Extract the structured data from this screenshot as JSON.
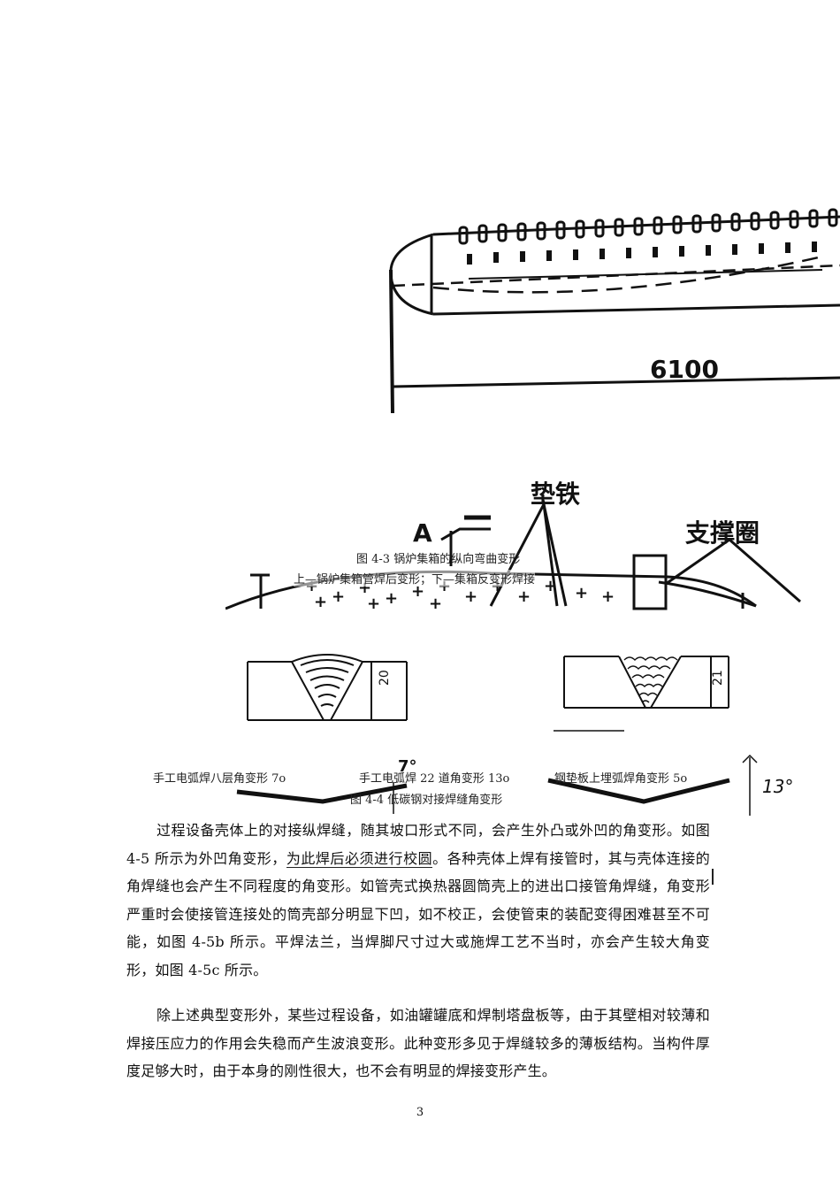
{
  "figure_4_3": {
    "dimension_label": "6100",
    "section_label": "A",
    "label_shim": "垫铁",
    "label_support_ring": "支撑圈",
    "caption": "图 4-3 锅炉集箱的纵向弯曲变形",
    "subcaption": "上—锅炉集箱管焊后变形；下—集箱反变形焊接"
  },
  "figure_4_4": {
    "left_thickness": "20",
    "right_thickness": "21",
    "angle_a": "7°",
    "angle_b": "13°",
    "label_a": "手工电弧焊八层角变形 7o",
    "label_b": "手工电弧焊 22 道角变形 13o",
    "label_c": "钢垫板上埋弧焊角变形 5o",
    "caption": "图 4-4 低碳钢对接焊缝角变形"
  },
  "body": {
    "paragraph1_before": "过程设备壳体上的对接纵焊缝，随其坡口形式不同，会产生外凸或外凹的角变形。如图 4-5 所示为外凹角变形，",
    "paragraph1_underlined": "为此焊后必须进行校圆",
    "paragraph1_after": "。各种壳体上焊有接管时，其与壳体连接的角焊缝也会产生不同程度的角变形。如管壳式换热器圆筒壳上的进出口接管角焊缝，角变形严重时会使接管连接处的筒壳部分明显下凹，如不校正，会使管束的装配变得困难甚至不可能，如图 4-5b 所示。平焊法兰，当焊脚尺寸过大或施焊工艺不当时，亦会产生较大角变形，如图 4-5c 所示。",
    "paragraph2": "除上述典型变形外，某些过程设备，如油罐罐底和焊制塔盘板等，由于其壁相对较薄和焊接压应力的作用会失稳而产生波浪变形。此种变形多见于焊缝较多的薄板结构。当构件厚度足够大时，由于本身的刚性很大，也不会有明显的焊接变形产生。"
  },
  "page_number": "3"
}
